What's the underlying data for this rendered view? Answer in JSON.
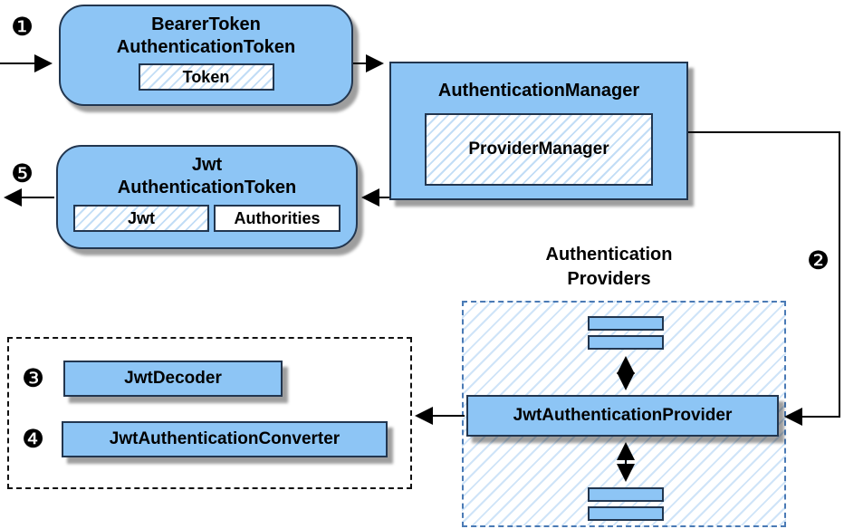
{
  "diagram": {
    "badges": {
      "step1": "❶",
      "step2": "❷",
      "step3": "❸",
      "step4": "❹",
      "step5": "❺"
    },
    "nodes": {
      "bearer_token": {
        "title_line1": "BearerToken",
        "title_line2": "AuthenticationToken",
        "inner": "Token"
      },
      "authentication_manager": {
        "title": "AuthenticationManager",
        "inner": "ProviderManager"
      },
      "jwt_authentication_token": {
        "title_line1": "Jwt",
        "title_line2": "AuthenticationToken",
        "inner_left": "Jwt",
        "inner_right": "Authorities"
      },
      "authentication_providers": {
        "label_line1": "Authentication",
        "label_line2": "Providers"
      },
      "jwt_authentication_provider": {
        "title": "JwtAuthenticationProvider"
      },
      "jwt_decoder": {
        "title": "JwtDecoder"
      },
      "jwt_authentication_converter": {
        "title": "JwtAuthenticationConverter"
      }
    },
    "colors": {
      "node_fill": "#8DC5F5",
      "node_border": "#22364F",
      "hatch_stripe": "#C2DDF6",
      "providers_border": "#4A7AB5",
      "arrow": "#000000"
    }
  }
}
